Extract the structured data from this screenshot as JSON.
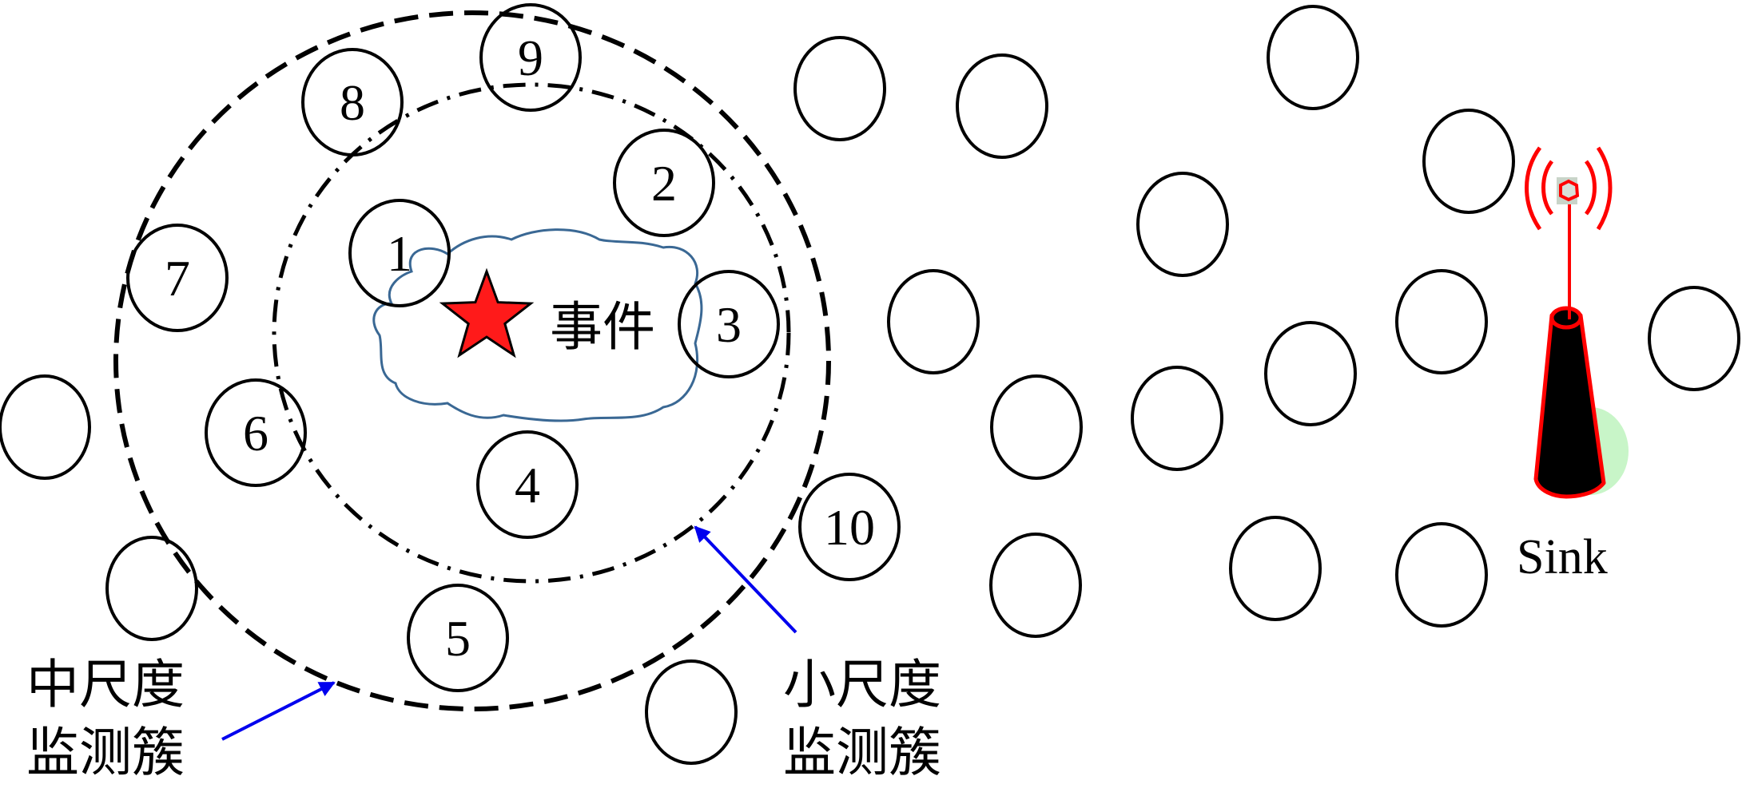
{
  "diagram": {
    "event_label": "事件",
    "medium_cluster_label": [
      "中尺度",
      "监测簇"
    ],
    "small_cluster_label": [
      "小尺度",
      "监测簇"
    ],
    "sink_label": "Sink",
    "node_numbers": [
      "1",
      "2",
      "3",
      "4",
      "5",
      "6",
      "7",
      "8",
      "9",
      "10"
    ],
    "colors": {
      "star": "#ff1a1a",
      "cloud": "#3a6894",
      "arrow": "#0000ee",
      "sink_outline": "#ff0000",
      "sink_body": "#000000",
      "sink_shadow": "#c8f5c8"
    }
  }
}
